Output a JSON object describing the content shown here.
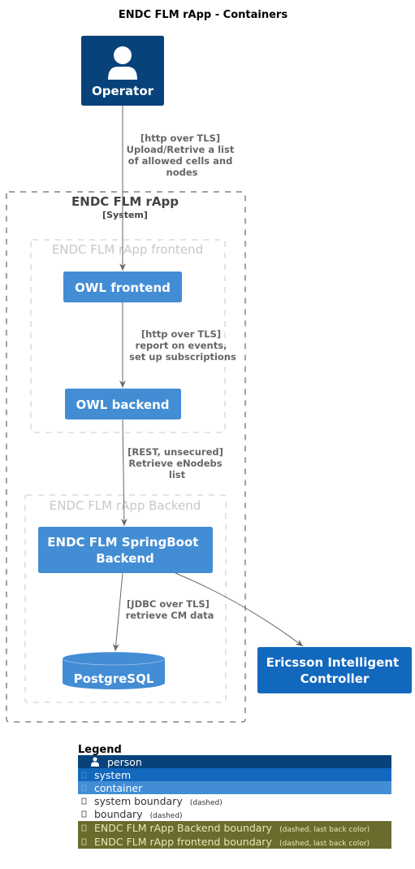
{
  "title": "ENDC FLM rApp - Containers",
  "colors": {
    "person": "#08427b",
    "system": "#1168bd",
    "container": "#438dd5",
    "edge": "#666666",
    "boundary_legend": "#6b6b2e"
  },
  "nodes": {
    "operator": {
      "label": "Operator",
      "icon": "person-icon"
    },
    "system_boundary": {
      "label": "ENDC FLM rApp",
      "stereotype": "[System]"
    },
    "frontend_boundary": {
      "label": "ENDC FLM rApp frontend"
    },
    "backend_boundary": {
      "label": "ENDC FLM rApp Backend"
    },
    "owl_frontend": {
      "label": "OWL frontend"
    },
    "owl_backend": {
      "label": "OWL backend"
    },
    "springboot": {
      "label_line1": "ENDC FLM SpringBoot",
      "label_line2": "Backend"
    },
    "postgres": {
      "label": "PostgreSQL"
    },
    "eic": {
      "label_line1": "Ericsson Intelligent",
      "label_line2": "Controller"
    }
  },
  "edges": {
    "operator_frontend": [
      "[http over TLS]",
      "Upload/Retrive a list",
      "of allowed cells and",
      "nodes"
    ],
    "frontend_backend": [
      "[http over TLS]",
      "report on events,",
      "set up subscriptions"
    ],
    "backend_springboot": [
      "[REST, unsecured]",
      "Retrieve eNodebs",
      "list"
    ],
    "springboot_postgres": [
      "[JDBC over TLS]",
      "retrieve CM data"
    ]
  },
  "legend": {
    "title": "Legend",
    "items": [
      {
        "label": "person",
        "note": "",
        "icon": "person-icon"
      },
      {
        "label": "system",
        "note": "",
        "icon": "system-glyph-icon"
      },
      {
        "label": "container",
        "note": "",
        "icon": "container-glyph-icon"
      },
      {
        "label": "system boundary",
        "note": "(dashed)",
        "icon": "boundary-glyph-icon"
      },
      {
        "label": "boundary",
        "note": "(dashed)",
        "icon": "boundary-glyph-icon"
      },
      {
        "label": "ENDC FLM rApp Backend boundary",
        "note": "(dashed, last back color)",
        "icon": "boundary-glyph-icon"
      },
      {
        "label": "ENDC FLM rApp frontend boundary",
        "note": "(dashed, last back color)",
        "icon": "boundary-glyph-icon"
      }
    ]
  }
}
